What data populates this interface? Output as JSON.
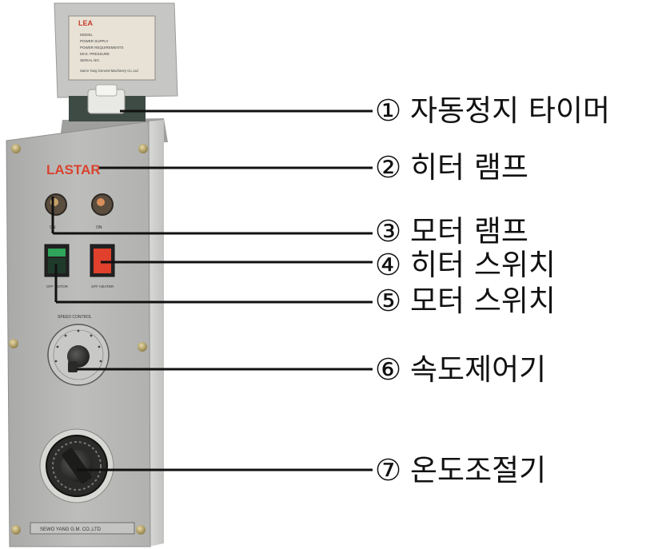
{
  "panel": {
    "nameplate_brand": "LEA",
    "nameplate_lines": [
      "MODEL",
      "POWER SUPPLY",
      "POWER REQUIREMENTS",
      "MAX. PRESSURE",
      "SERIAL NO.",
      "Samo Yang General Machinery Co.,Ltd"
    ],
    "brand": "LASTAR",
    "lamp_left_caption": "ON",
    "lamp_right_caption": "ON",
    "switch_left_caption": "OFF MOTOR",
    "switch_right_caption": "OFF HEATER",
    "speed_label": "SPEED CONTROL",
    "footer_plate": "SEWO YANG G.M. CO.,LTD"
  },
  "callouts": [
    {
      "num": "①",
      "text": "자동정지 타이머"
    },
    {
      "num": "②",
      "text": "히터 램프"
    },
    {
      "num": "③",
      "text": "모터 램프"
    },
    {
      "num": "④",
      "text": "히터 스위치"
    },
    {
      "num": "⑤",
      "text": "모터 스위치"
    },
    {
      "num": "⑥",
      "text": "속도제어기"
    },
    {
      "num": "⑦",
      "text": "온도조절기"
    }
  ],
  "colors": {
    "panel_face": "#b7b8b6",
    "panel_side": "#d3d4d1",
    "brand_red": "#d9432f",
    "switch_green": "#2fa45a",
    "switch_red": "#e0402c"
  }
}
